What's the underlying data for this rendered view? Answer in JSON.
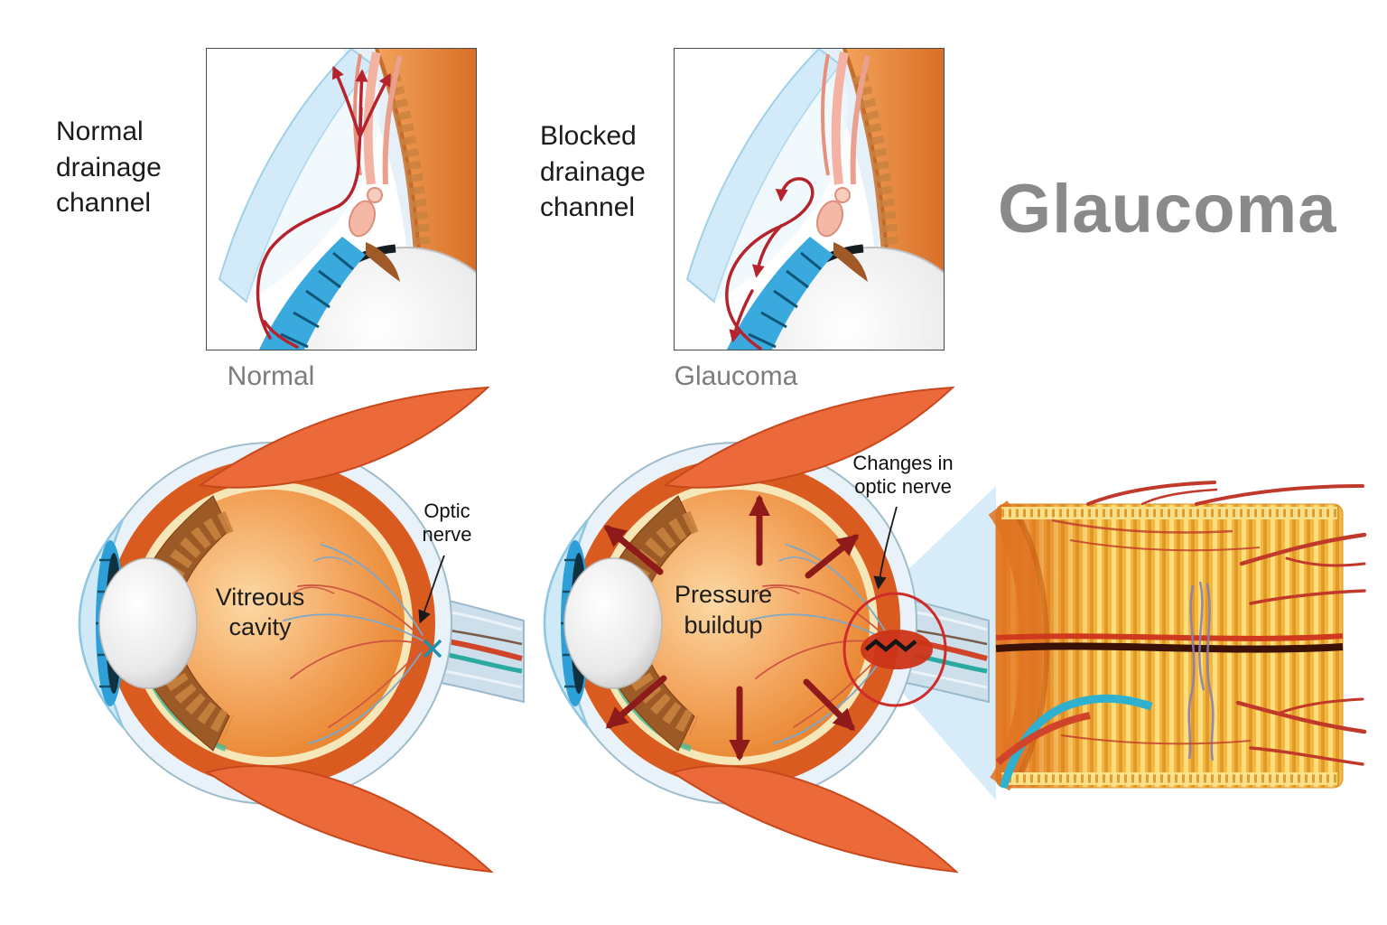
{
  "title": "Glaucoma",
  "insets": {
    "left": {
      "label": "Normal\ndrainage\nchannel"
    },
    "right": {
      "label": "Blocked\ndrainage\nchannel"
    }
  },
  "captions": {
    "left": "Normal",
    "right": "Glaucoma"
  },
  "eye_normal": {
    "cavity_line1": "Vitreous",
    "cavity_line2": "cavity",
    "nerve_line1": "Optic",
    "nerve_line2": "nerve"
  },
  "eye_glaucoma": {
    "cavity_line1": "Pressure",
    "cavity_line2": "buildup",
    "nerve_line1": "Changes in",
    "nerve_line2": "optic nerve"
  },
  "colors": {
    "title_gray": "#8a8a8a",
    "label_text": "#1b1b1b",
    "caption_text": "#7c7c7c",
    "pressure_arrow": "#8e1a1a",
    "highlight_circle": "#d02a2a",
    "drainage_arrow": "#b5242c",
    "cornea_blue": "#cfe9f7",
    "iris_blue": "#2f9fd8",
    "choroid_orange": "#d95b20",
    "vitreous_orange": "#f3a45c",
    "nerve_fiber_yellow": "#f2b93e",
    "cone_blue": "#d7ecf8"
  }
}
